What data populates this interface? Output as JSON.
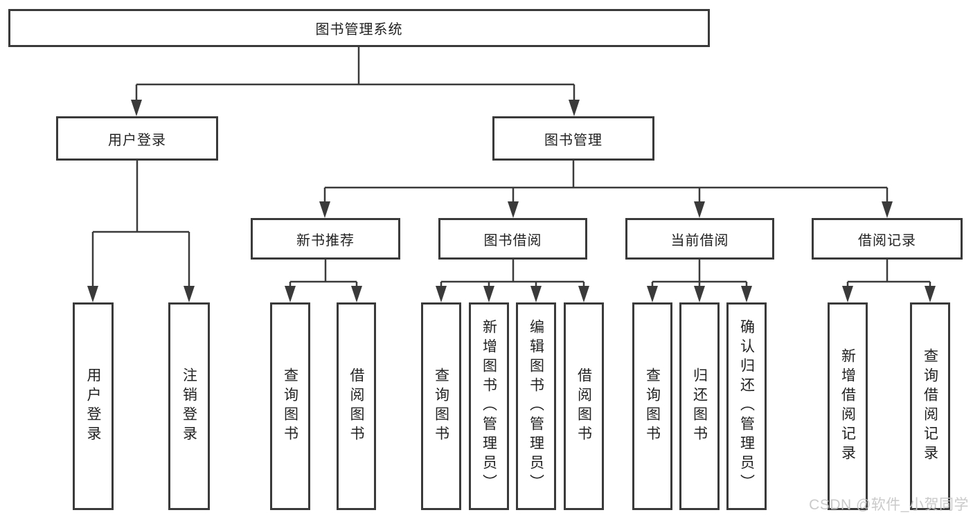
{
  "diagram": {
    "type": "hierarchy-tree",
    "title": "图书管理系统",
    "level1": [
      {
        "label": "用户登录"
      },
      {
        "label": "图书管理"
      }
    ],
    "level2": [
      {
        "label": "新书推荐"
      },
      {
        "label": "图书借阅"
      },
      {
        "label": "当前借阅"
      },
      {
        "label": "借阅记录"
      }
    ],
    "leaves": [
      {
        "label": "用户登录"
      },
      {
        "label": "注销登录"
      },
      {
        "label": "查询图书"
      },
      {
        "label": "借阅图书"
      },
      {
        "label": "查询图书"
      },
      {
        "label": "新增图书（管理员）"
      },
      {
        "label": "编辑图书（管理员）"
      },
      {
        "label": "借阅图书"
      },
      {
        "label": "查询图书"
      },
      {
        "label": "归还图书"
      },
      {
        "label": "确认归还（管理员）"
      },
      {
        "label": "新增借阅记录"
      },
      {
        "label": "查询借阅记录"
      }
    ],
    "edges": [
      "图书管理系统 -> 用户登录",
      "图书管理系统 -> 图书管理",
      "用户登录 -> 用户登录",
      "用户登录 -> 注销登录",
      "图书管理 -> 新书推荐",
      "图书管理 -> 图书借阅",
      "图书管理 -> 当前借阅",
      "图书管理 -> 借阅记录",
      "新书推荐 -> 查询图书",
      "新书推荐 -> 借阅图书",
      "图书借阅 -> 查询图书",
      "图书借阅 -> 新增图书（管理员）",
      "图书借阅 -> 编辑图书（管理员）",
      "图书借阅 -> 借阅图书",
      "当前借阅 -> 查询图书",
      "当前借阅 -> 归还图书",
      "当前借阅 -> 确认归还（管理员）",
      "借阅记录 -> 新增借阅记录",
      "借阅记录 -> 查询借阅记录"
    ]
  },
  "colors": {
    "line": "#3a3a3a",
    "box_border": "#3a3a3a",
    "text": "#222222",
    "background": "#ffffff",
    "watermark": "#c6c6c6"
  },
  "watermark": "CSDN @软件_小贺同学"
}
